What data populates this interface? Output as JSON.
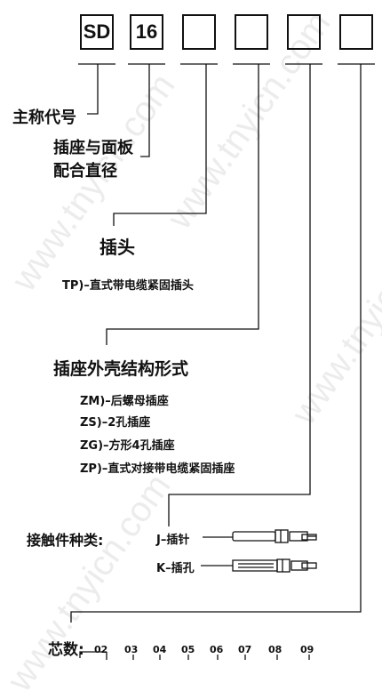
{
  "code_boxes": [
    "SD",
    "16",
    "",
    "",
    "",
    "",
    ""
  ],
  "main_code_label": "主称代号",
  "socket_panel_label_line1": "插座与面板",
  "socket_panel_label_line2": "配合直径",
  "plug_title": "插头",
  "plug_desc": "TP)–直式带电缆紧固插头",
  "housing_title": "插座外壳结构形式",
  "housing_options": [
    "ZM)–后螺母插座",
    "ZS)–2孔插座",
    "ZG)–方形4孔插座",
    "ZP)–直式对接带电缆紧固插座"
  ],
  "contact_title": "接触件种类:",
  "contact_pin": "J–插针",
  "contact_socket": "K–插孔",
  "core_title": "芯数:",
  "core_counts": [
    "02",
    "03",
    "04",
    "05",
    "06",
    "07",
    "08",
    "09"
  ],
  "watermark": "www.tnyicn.com"
}
